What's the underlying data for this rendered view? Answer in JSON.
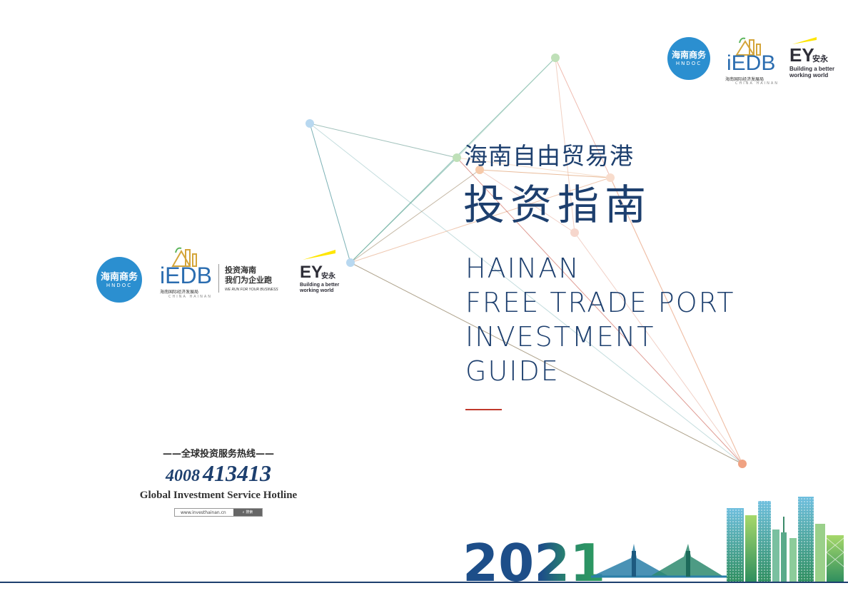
{
  "logos": {
    "hndoc": {
      "cn": "海南商务",
      "en": "HNDOC"
    },
    "iedb": {
      "word": "iEDB",
      "cn": "海南国际经济发展局",
      "en": "CHINA HAINAN"
    },
    "iedb_slogan": {
      "cn_line1": "投资海南",
      "cn_line2": "我们为企业跑",
      "en": "WE RUN FOR YOUR BUSINESS"
    },
    "ey": {
      "word": "EY",
      "cn": "安永",
      "tagline_line1": "Building a better",
      "tagline_line2": "working world"
    }
  },
  "title": {
    "cn_line1": "海南自由贸易港",
    "cn_line2": "投资指南",
    "en_line1": "HAINAN",
    "en_line2": "FREE TRADE PORT",
    "en_line3": "INVESTMENT",
    "en_line4": "GUIDE"
  },
  "hotline": {
    "cn": "——全球投资服务热线——",
    "number_prefix": "4008",
    "number_main": "413413",
    "en": "Global Investment Service Hotline",
    "url": "www.investhainan.cn",
    "search_label": "搜索"
  },
  "year": "2021",
  "colors": {
    "navy": "#1d3f6e",
    "accent_red": "#c0392b",
    "logo_blue": "#2b8fd0",
    "ey_yellow": "#ffe600",
    "year_gradient_start": "#1d4e89",
    "year_gradient_end": "#2e9e5e"
  },
  "icons": [
    "network-graph-decoration",
    "city-skyline-illustration",
    "bridge-illustration",
    "search-icon"
  ]
}
